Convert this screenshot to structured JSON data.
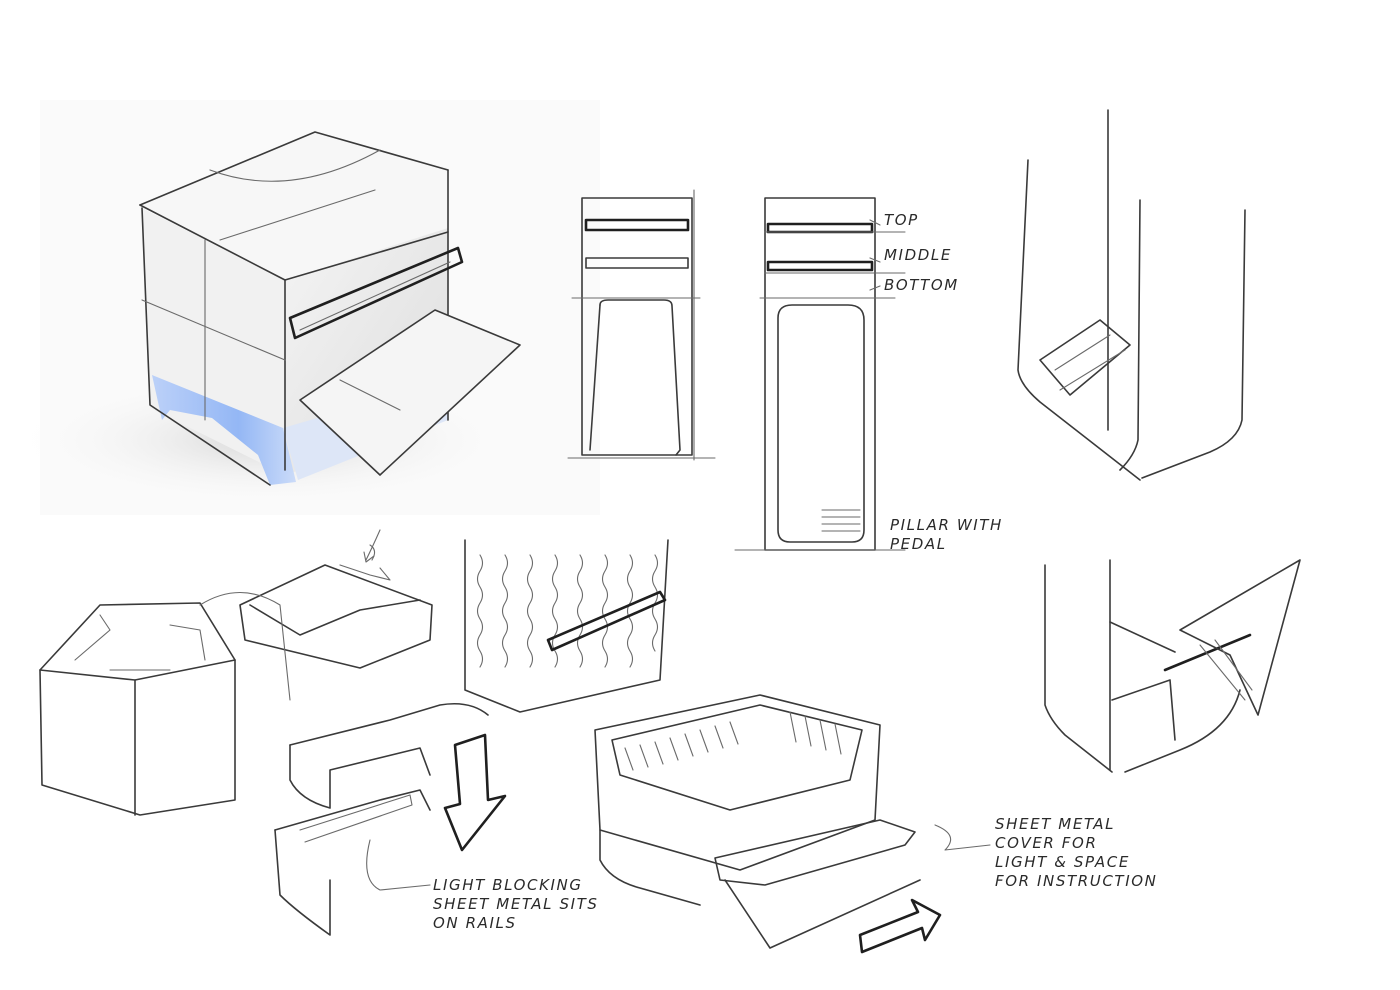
{
  "labels": {
    "top": "TOP",
    "middle": "MIDDLE",
    "bottom": "BOTTOM",
    "pillar": "PILLAR WITH\nPEDAL",
    "light_blocking": "LIGHT BLOCKING\nSHEET METAL SITS\nON RAILS",
    "sheet_metal_cover": "SHEET METAL\nCOVER FOR\nLIGHT & SPACE\nFOR INSTRUCTION"
  },
  "colors": {
    "ink": "#3a3a3a",
    "accent_glow": "#8fb4f5",
    "render_shade": "#e6e6e6"
  }
}
